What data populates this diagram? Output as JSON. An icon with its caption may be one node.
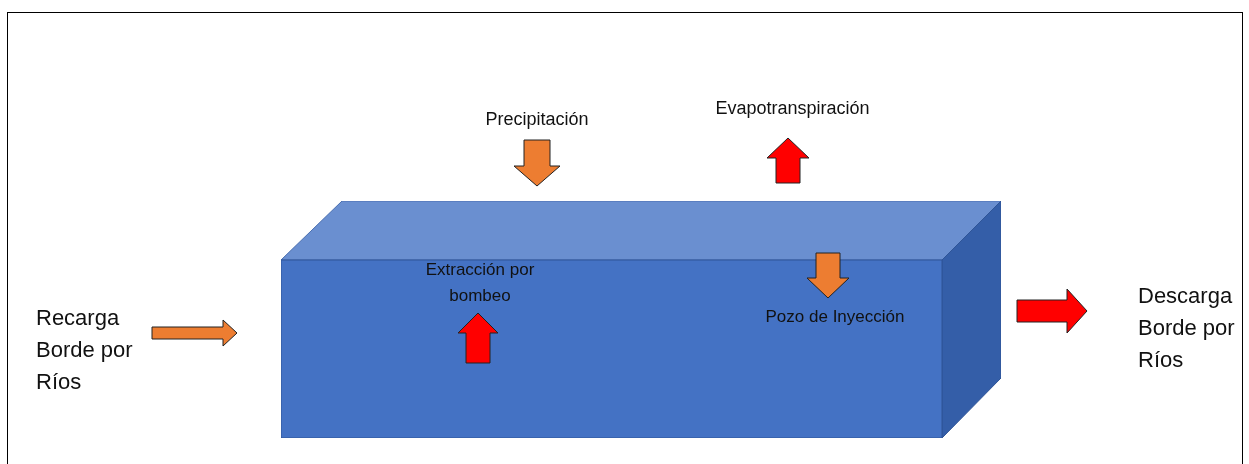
{
  "diagram": {
    "nodes": [
      {
        "text": [
          "Recarga Borde por Ríos"
        ]
      },
      {
        "text": [],
        "shape": "box"
      },
      {
        "text": [
          "Precipitación"
        ]
      },
      {
        "text": [
          "Evapotranspiración"
        ]
      },
      {
        "text": [
          "Extracción por bombeo"
        ],
        "in": 1
      },
      {
        "text": [
          "Pozo de Inyección"
        ],
        "in": 1
      },
      {
        "text": [
          "Descarga Borde por Ríos"
        ]
      }
    ],
    "edges": [
      {
        "from": 0,
        "to": 1,
        "arrow": "to",
        "style": "thick",
        "color": "#ed7d31"
      },
      {
        "from": 2,
        "to": 1,
        "arrow": "to",
        "style": "thick",
        "color": "#ed7d31"
      },
      {
        "from": 1,
        "to": 3,
        "arrow": "to",
        "style": "thick",
        "color": "#ff0000"
      },
      {
        "from": null,
        "to": 4,
        "arrow": "to",
        "style": "thick",
        "color": "#ff0000"
      },
      {
        "from": null,
        "to": 5,
        "arrow": "to",
        "style": "thick",
        "color": "#ed7d31"
      },
      {
        "from": 1,
        "to": 6,
        "arrow": "to",
        "style": "thick",
        "color": "#ff0000"
      }
    ]
  }
}
